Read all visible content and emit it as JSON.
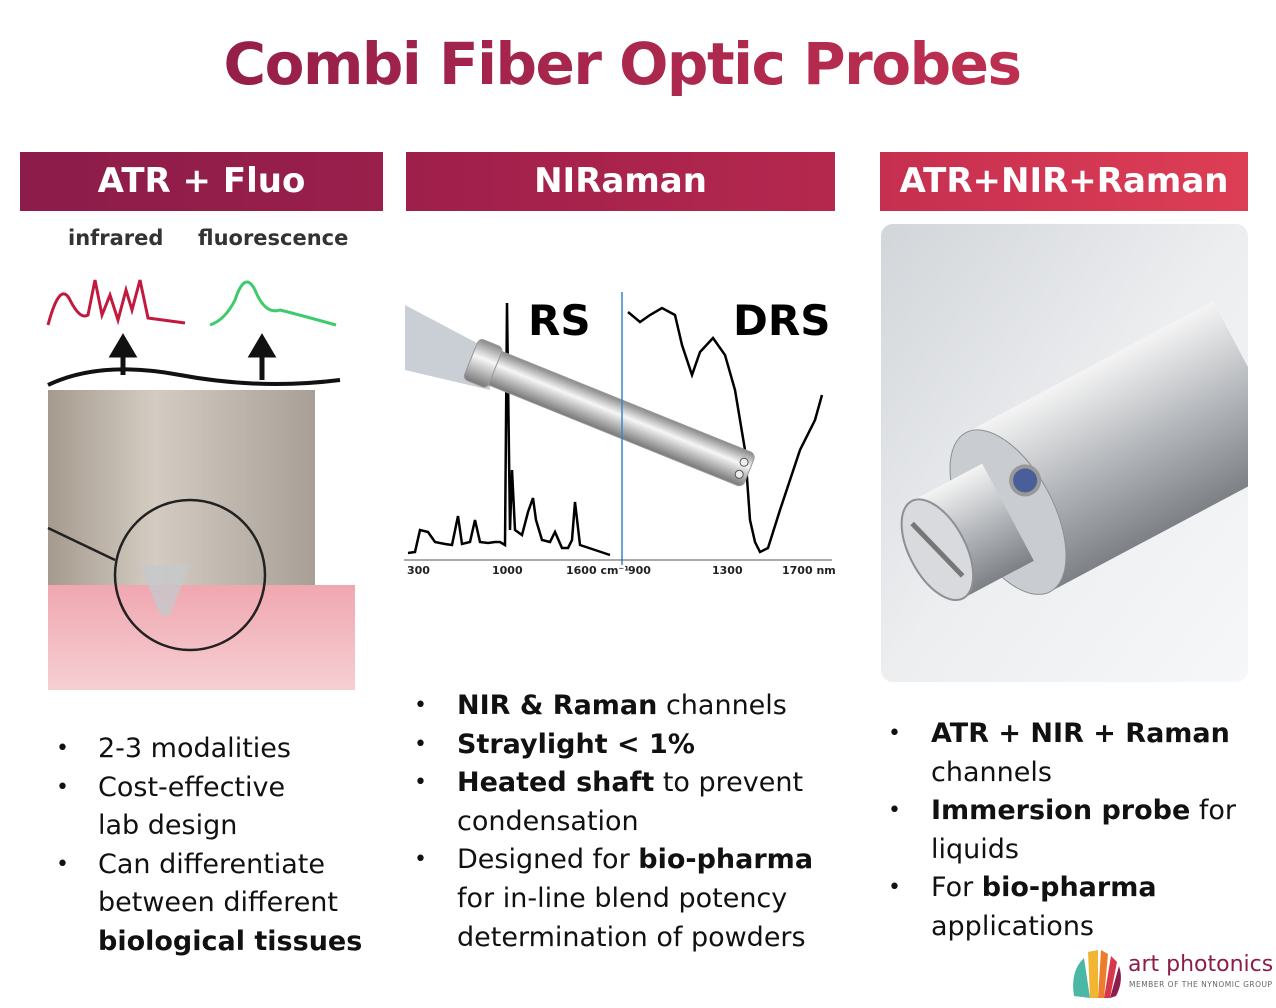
{
  "title": "Combi Fiber Optic Probes",
  "columns": [
    {
      "header": "ATR + Fluo",
      "figure": {
        "label_left": "infrared",
        "label_right": "fluorescence"
      },
      "bullets": [
        [
          [
            {
              "t": "2-3 modalities",
              "b": false
            }
          ]
        ],
        [
          [
            {
              "t": "Cost-effective",
              "b": false
            }
          ],
          [
            {
              "t": "lab design",
              "b": false
            }
          ]
        ],
        [
          [
            {
              "t": "Can differentiate",
              "b": false
            }
          ],
          [
            {
              "t": "between different",
              "b": false
            }
          ],
          [
            {
              "t": "biological tissues",
              "b": true
            }
          ]
        ]
      ]
    },
    {
      "header": "NIRaman",
      "figure": {
        "rs_label": "RS",
        "drs_label": "DRS",
        "rs_ticks": [
          "300",
          "1000",
          "1600 cm⁻¹"
        ],
        "drs_ticks": [
          "900",
          "1300",
          "1700 nm"
        ]
      },
      "bullets": [
        [
          [
            {
              "t": "NIR & Raman",
              "b": true
            },
            {
              "t": " channels",
              "b": false
            }
          ]
        ],
        [
          [
            {
              "t": "Straylight < 1%",
              "b": true
            }
          ]
        ],
        [
          [
            {
              "t": "Heated shaft",
              "b": true
            },
            {
              "t": " to prevent",
              "b": false
            }
          ],
          [
            {
              "t": "condensation",
              "b": false
            }
          ]
        ],
        [
          [
            {
              "t": "Designed for ",
              "b": false
            },
            {
              "t": "bio-pharma",
              "b": true
            }
          ],
          [
            {
              "t": "for in-line blend potency",
              "b": false
            }
          ],
          [
            {
              "t": "determination of powders",
              "b": false
            }
          ]
        ]
      ]
    },
    {
      "header": "ATR+NIR+Raman",
      "bullets": [
        [
          [
            {
              "t": "ATR + NIR + Raman",
              "b": true
            }
          ],
          [
            {
              "t": "channels",
              "b": false
            }
          ]
        ],
        [
          [
            {
              "t": "Immersion probe",
              "b": true
            },
            {
              "t": " for",
              "b": false
            }
          ],
          [
            {
              "t": "liquids",
              "b": false
            }
          ]
        ],
        [
          [
            {
              "t": "For ",
              "b": false
            },
            {
              "t": "bio-pharma",
              "b": true
            }
          ],
          [
            {
              "t": "applications",
              "b": false
            }
          ]
        ]
      ]
    }
  ],
  "logo": {
    "name": "art photonics",
    "subtitle": "MEMBER OF THE NYNOMIC GROUP"
  },
  "colors": {
    "title_start": "#8a1a48",
    "title_end": "#c93452"
  }
}
